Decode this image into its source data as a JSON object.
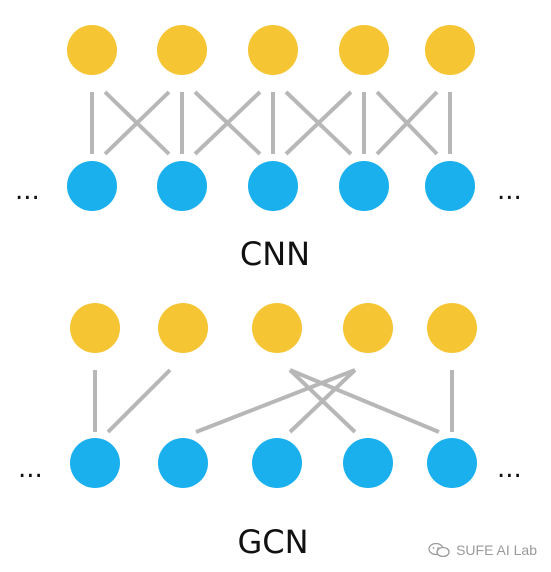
{
  "colors": {
    "top_node": "#f6c534",
    "bottom_node": "#1ab0ee",
    "edge": "#b7b7b7",
    "text": "#111111"
  },
  "cnn": {
    "title": "CNN",
    "ellipsis_left": "...",
    "ellipsis_right": "...",
    "edges": [
      [
        0,
        0
      ],
      [
        0,
        1
      ],
      [
        1,
        0
      ],
      [
        1,
        1
      ],
      [
        1,
        2
      ],
      [
        2,
        1
      ],
      [
        2,
        2
      ],
      [
        2,
        3
      ],
      [
        3,
        2
      ],
      [
        3,
        3
      ],
      [
        3,
        4
      ],
      [
        4,
        3
      ],
      [
        4,
        4
      ]
    ]
  },
  "gcn": {
    "title": "GCN",
    "ellipsis_left": "...",
    "ellipsis_right": "...",
    "edges": [
      [
        0,
        0
      ],
      [
        1,
        0
      ],
      [
        2,
        4
      ],
      [
        2,
        3
      ],
      [
        3,
        2
      ],
      [
        3,
        1
      ],
      [
        4,
        4
      ]
    ]
  },
  "watermark": {
    "text": "SUFE AI Lab",
    "icon": "wechat-icon"
  }
}
